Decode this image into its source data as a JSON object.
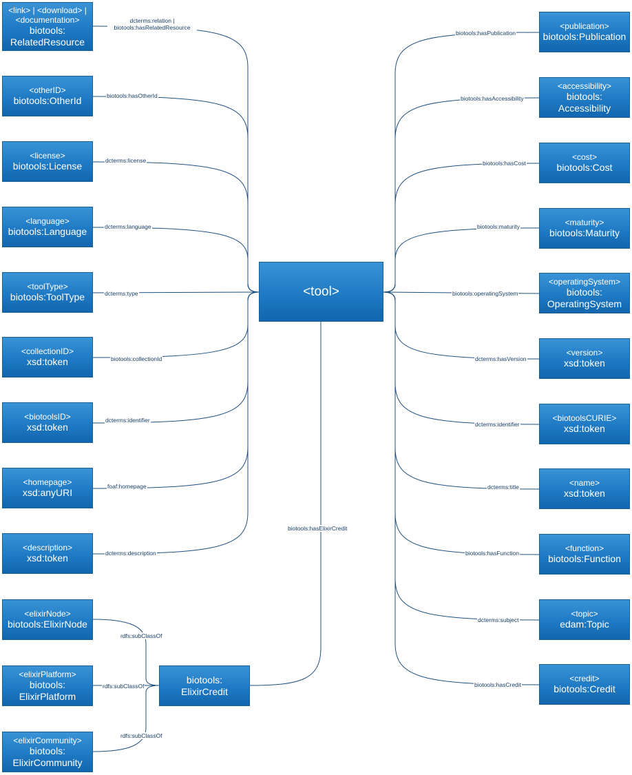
{
  "center": {
    "label": "<tool>"
  },
  "left_nodes": [
    {
      "id": "related",
      "tag": "<link> | <download> | <documentation>",
      "type": "biotools: RelatedResource",
      "edge": "dcterms:relation | biotools:hasRelatedResource"
    },
    {
      "id": "otherid",
      "tag": "<otherID>",
      "type": "biotools:OtherId",
      "edge": "biotools:hasOtherId"
    },
    {
      "id": "license",
      "tag": "<license>",
      "type": "biotools:License",
      "edge": "dcterms:license"
    },
    {
      "id": "language",
      "tag": "<language>",
      "type": "biotools:Language",
      "edge": "dcterms:language"
    },
    {
      "id": "tooltype",
      "tag": "<toolType>",
      "type": "biotools:ToolType",
      "edge": "dcterms:type"
    },
    {
      "id": "collectionid",
      "tag": "<collectionID>",
      "type": "xsd:token",
      "edge": "biotools:collectionId"
    },
    {
      "id": "biotoolsid",
      "tag": "<biotoolsID>",
      "type": "xsd:token",
      "edge": "dcterms:identifier"
    },
    {
      "id": "homepage",
      "tag": "<homepage>",
      "type": "xsd:anyURI",
      "edge": "foaf:homepage"
    },
    {
      "id": "description",
      "tag": "<description>",
      "type": "xsd:token",
      "edge": "dcterms:description"
    }
  ],
  "right_nodes": [
    {
      "id": "publication",
      "tag": "<publication>",
      "type": "biotools:Publication",
      "edge": "biotools:hasPublication"
    },
    {
      "id": "accessibility",
      "tag": "<accessibility>",
      "type": "biotools: Accessibility",
      "edge": "biotools:hasAccessibility"
    },
    {
      "id": "cost",
      "tag": "<cost>",
      "type": "biotools:Cost",
      "edge": "biotools:hasCost"
    },
    {
      "id": "maturity",
      "tag": "<maturity>",
      "type": "biotools:Maturity",
      "edge": "biotools:maturity"
    },
    {
      "id": "os",
      "tag": "<operatingSystem>",
      "type": "biotools: OperatingSystem",
      "edge": "biotools:operatingSystem"
    },
    {
      "id": "version",
      "tag": "<version>",
      "type": "xsd:token",
      "edge": "dcterms:hasVersion"
    },
    {
      "id": "curie",
      "tag": "<biotoolsCURIE>",
      "type": "xsd:token",
      "edge": "dcterms:identifier"
    },
    {
      "id": "name",
      "tag": "<name>",
      "type": "xsd:token",
      "edge": "dcterms:title"
    },
    {
      "id": "function",
      "tag": "<function>",
      "type": "biotools:Function",
      "edge": "biotools:hasFunction"
    },
    {
      "id": "topic",
      "tag": "<topic>",
      "type": "edam:Topic",
      "edge": "dcterms:subject"
    },
    {
      "id": "credit",
      "tag": "<credit>",
      "type": "biotools:Credit",
      "edge": "biotools:hasCredit"
    }
  ],
  "elixir_nodes": [
    {
      "id": "elixirnode",
      "tag": "<elixirNode>",
      "type": "biotools:ElixirNode",
      "edge": "rdfs:subClassOf"
    },
    {
      "id": "elixirplatform",
      "tag": "<elixirPlatform>",
      "type": "biotools: ElixirPlatform",
      "edge": "rdfs:subClassOf"
    },
    {
      "id": "elixircommunity",
      "tag": "<elixirCommunity>",
      "type": "biotools: ElixirCommunity",
      "edge": "rdfs:subClassOf"
    }
  ],
  "elixir_credit": {
    "type": "biotools: ElixirCredit",
    "edge": "biotools:hasElixirCredit"
  }
}
